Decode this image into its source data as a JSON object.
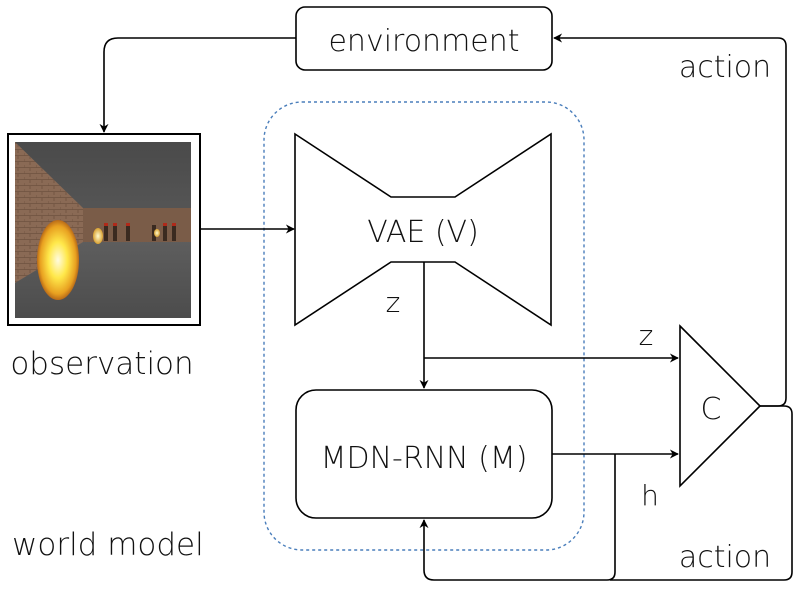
{
  "diagram": {
    "nodes": {
      "environment": {
        "label": "environment"
      },
      "observation": {
        "label": "observation",
        "image": "doom-game-frame"
      },
      "vae": {
        "label": "VAE (V)"
      },
      "mdn_rnn": {
        "label": "MDN-RNN (M)"
      },
      "controller": {
        "label": "C"
      },
      "world_model_group": {
        "label": "world model"
      }
    },
    "edges": {
      "vae_to_controller": {
        "label": "z"
      },
      "vae_to_mdn": {
        "label": "z"
      },
      "mdn_to_controller": {
        "label": "h"
      },
      "controller_to_environment": {
        "label": "action"
      },
      "controller_to_mdn": {
        "label": "action"
      }
    },
    "colors": {
      "group_border": "#4a7ebb",
      "line": "#000000"
    }
  }
}
